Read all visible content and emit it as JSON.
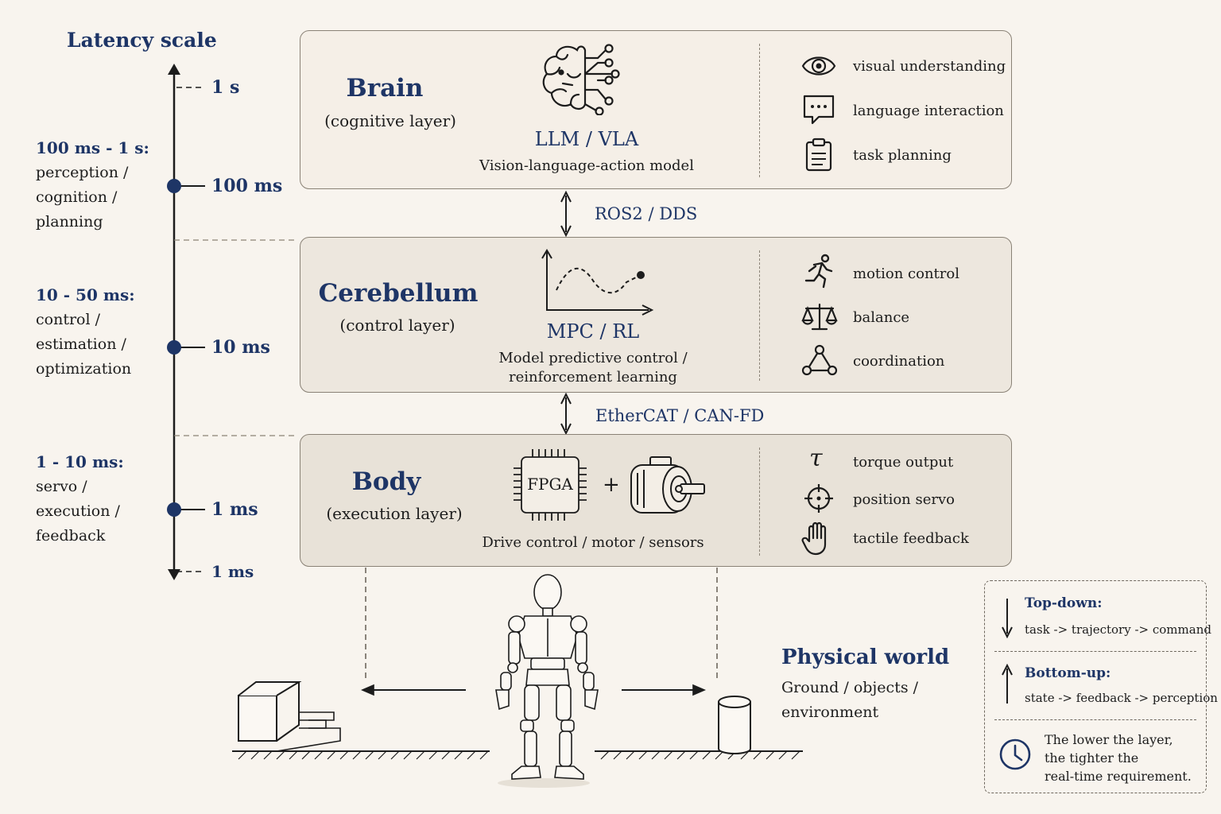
{
  "latency": {
    "title": "Latency scale",
    "ticks": [
      "1 s",
      "100 ms",
      "10 ms",
      "1 ms",
      "1 ms"
    ],
    "ranges": [
      {
        "title": "100 ms - 1 s:",
        "lines": [
          "perception /",
          "cognition /",
          "planning"
        ]
      },
      {
        "title": "10 - 50 ms:",
        "lines": [
          "control /",
          "estimation /",
          "optimization"
        ]
      },
      {
        "title": "1 - 10 ms:",
        "lines": [
          "servo /",
          "execution /",
          "feedback"
        ]
      }
    ]
  },
  "layers": {
    "brain": {
      "title": "Brain",
      "subtitle": "(cognitive layer)",
      "tech": "LLM / VLA",
      "desc": "Vision-language-action model",
      "features": [
        "visual understanding",
        "language interaction",
        "task planning"
      ],
      "icons": [
        "brain-network-icon",
        "eye-icon",
        "chat-icon",
        "clipboard-icon"
      ],
      "fill": "#f5efe7"
    },
    "cerebellum": {
      "title": "Cerebellum",
      "subtitle": "(control layer)",
      "tech": "MPC / RL",
      "desc1": "Model predictive control /",
      "desc2": "reinforcement learning",
      "features": [
        "motion control",
        "balance",
        "coordination"
      ],
      "icons": [
        "trajectory-plot-icon",
        "running-icon",
        "balance-scale-icon",
        "triangle-graph-icon"
      ],
      "fill": "#ede7de"
    },
    "body": {
      "title": "Body",
      "subtitle": "(execution layer)",
      "chip": "FPGA",
      "plus": "+",
      "desc": "Drive control / motor / sensors",
      "features": [
        "torque output",
        "position servo",
        "tactile feedback"
      ],
      "icons": [
        "chip-icon",
        "motor-icon",
        "tau-icon",
        "crosshair-icon",
        "hand-icon"
      ],
      "tau": "τ",
      "fill": "#e8e2d8"
    }
  },
  "protocols": [
    "ROS2 / DDS",
    "EtherCAT / CAN-FD"
  ],
  "physical_world": {
    "title": "Physical world",
    "line1": "Ground / objects /",
    "line2": "environment",
    "icons": [
      "robot-icon",
      "box-icon",
      "cylinder-icon"
    ]
  },
  "legend": {
    "top_down_title": "Top-down:",
    "top_down_text": "task -> trajectory -> command",
    "bottom_up_title": "Bottom-up:",
    "bottom_up_text": "state -> feedback -> perception",
    "note_l1": "The lower the layer,",
    "note_l2": "the tighter the",
    "note_l3": "real-time requirement.",
    "icons": [
      "arrow-down-icon",
      "arrow-up-icon",
      "clock-icon"
    ]
  },
  "colors": {
    "navy": "#1e3566",
    "background": "#f8f4ee",
    "line": "#1c1c1c"
  }
}
